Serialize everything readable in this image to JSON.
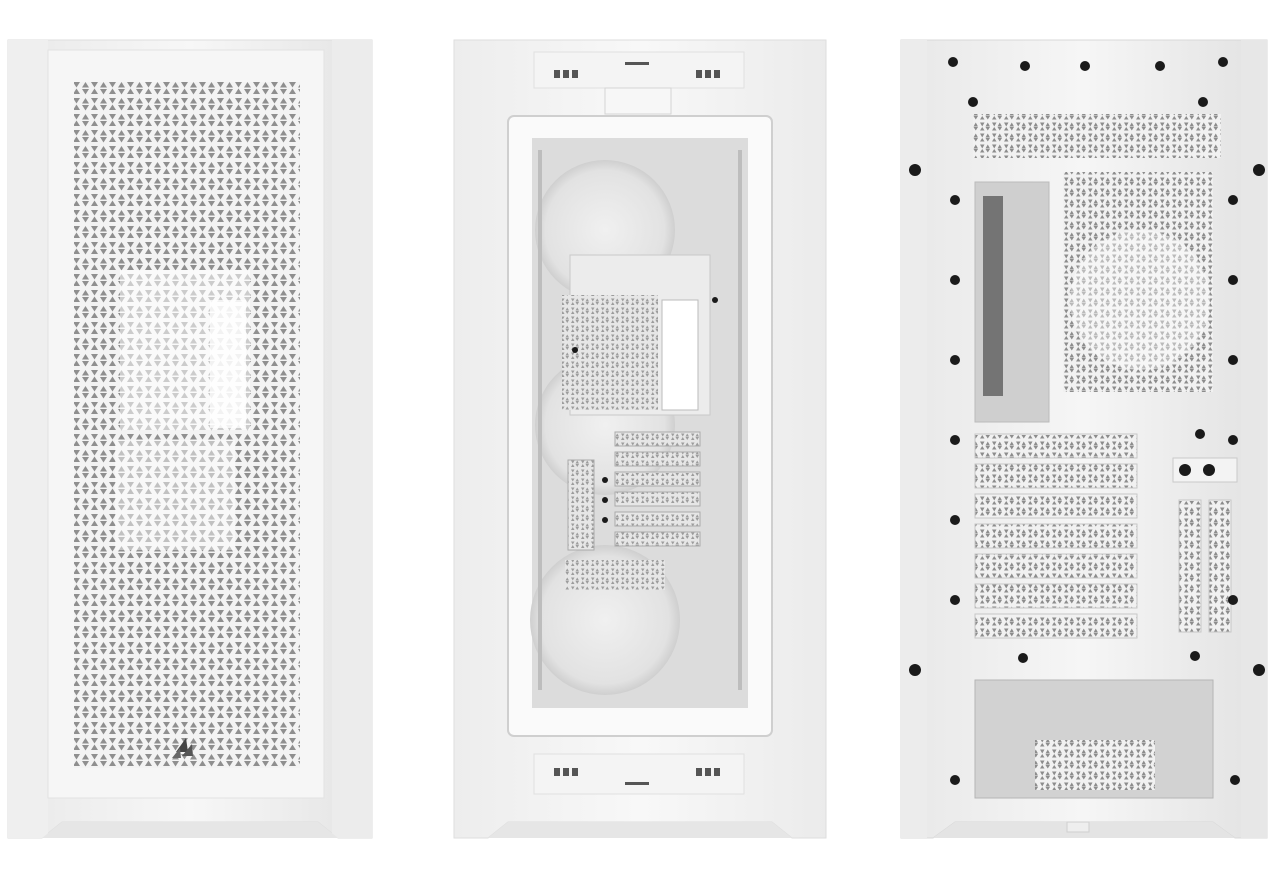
{
  "scene": {
    "subject": "",
    "views": [
      {
        "id": "front",
        "icon": "mesh-front-panel"
      },
      {
        "id": "side",
        "icon": "tempered-glass-side-panel"
      },
      {
        "id": "rear",
        "icon": "rear-io-panel"
      }
    ]
  },
  "colors": {
    "background": "#ffffff",
    "case_white": "#f4f4f4",
    "case_shadow": "#dcdcdc",
    "mesh_hole": "#9a9a9a",
    "interior": "#d6d6d6",
    "screw_black": "#1a1a1a"
  },
  "brand_mark": {
    "icon": "corsair-sails-logo",
    "text": ""
  }
}
